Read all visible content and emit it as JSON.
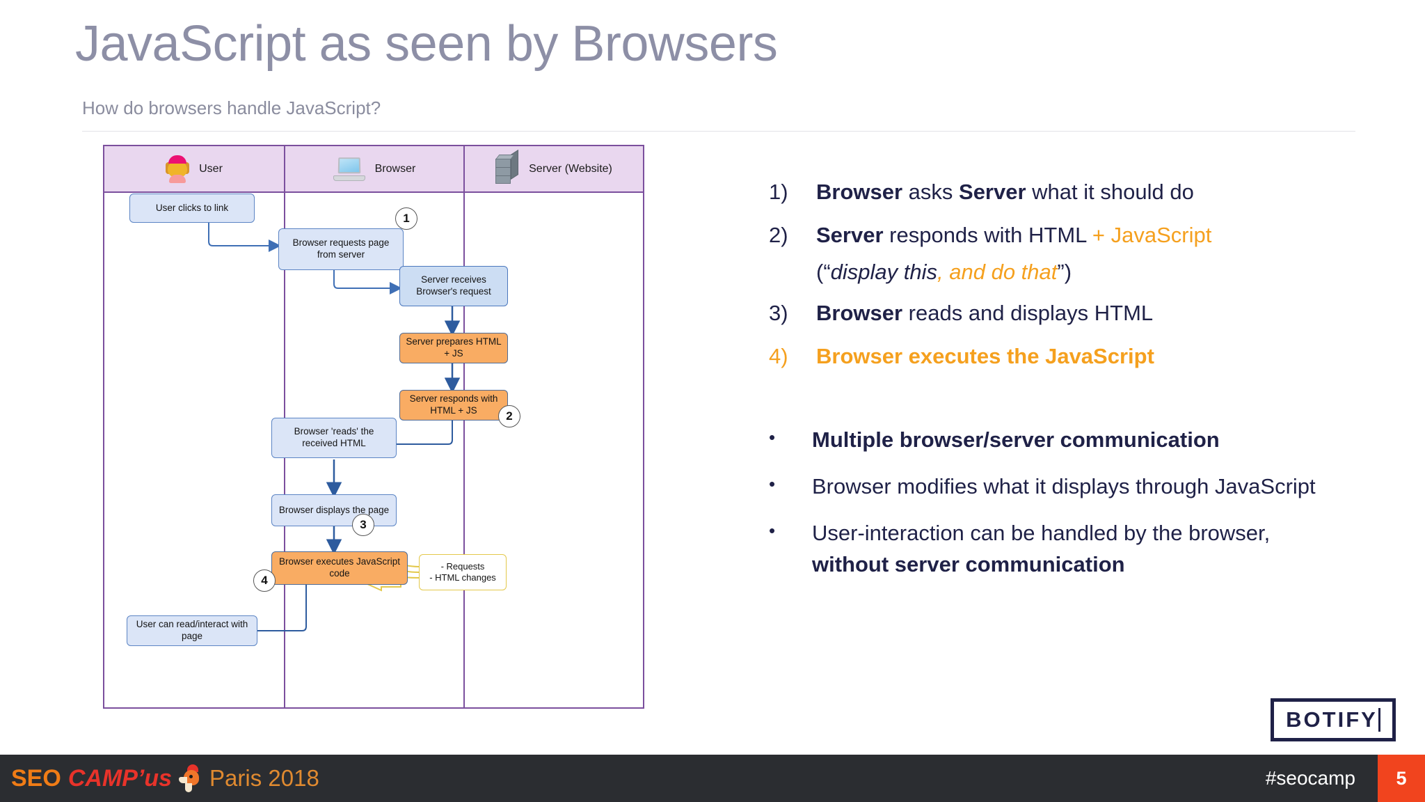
{
  "slide": {
    "title": "JavaScript as seen by Browsers",
    "subtitle": "How do browsers handle JavaScript?"
  },
  "diagram": {
    "columns": [
      {
        "label": "User",
        "icon": "user-avatar-icon"
      },
      {
        "label": "Browser",
        "icon": "laptop-icon"
      },
      {
        "label": "Server (Website)",
        "icon": "server-rack-icon"
      }
    ],
    "nodes": [
      {
        "id": "user-clicks",
        "text": "User clicks to link",
        "style": "blue"
      },
      {
        "id": "browser-requests",
        "text": "Browser requests page from server",
        "style": "blue"
      },
      {
        "id": "server-receives",
        "text": "Server receives Browser's request",
        "style": "blue2"
      },
      {
        "id": "server-prepares",
        "text": "Server prepares HTML + JS",
        "style": "orange"
      },
      {
        "id": "server-responds",
        "text": "Server responds with HTML + JS",
        "style": "orange"
      },
      {
        "id": "browser-reads",
        "text": "Browser 'reads' the received HTML",
        "style": "blue"
      },
      {
        "id": "browser-displays",
        "text": "Browser displays the page",
        "style": "blue"
      },
      {
        "id": "browser-executes",
        "text": "Browser executes JavaScript code",
        "style": "orange"
      },
      {
        "id": "callout",
        "text": "- Requests\n- HTML changes",
        "style": "yellow"
      },
      {
        "id": "user-interacts",
        "text": "User can read/interact with page",
        "style": "blue"
      }
    ],
    "badges": [
      "1",
      "2",
      "3",
      "4"
    ],
    "callout_lines": [
      "- Requests",
      "- HTML changes"
    ]
  },
  "steps": [
    {
      "num": "1)",
      "parts": [
        {
          "t": "Browser",
          "s": "b"
        },
        {
          "t": " asks "
        },
        {
          "t": "Server",
          "s": "b"
        },
        {
          "t": " what it should do"
        }
      ]
    },
    {
      "num": "2)",
      "parts": [
        {
          "t": "Server",
          "s": "b"
        },
        {
          "t": " responds with HTML "
        },
        {
          "t": "+ JavaScript",
          "s": "o"
        }
      ]
    },
    {
      "num": "3)",
      "parts": [
        {
          "t": "Browser",
          "s": "b"
        },
        {
          "t": " reads and displays HTML"
        }
      ]
    },
    {
      "num": "4)",
      "parts": [
        {
          "t": "Browser executes the JavaScript",
          "s": "ob"
        }
      ],
      "num_style": "o"
    }
  ],
  "step2_subline": {
    "open": "(“",
    "italic_dark": "display this",
    "italic_orange": ", and do that",
    "close": "”)"
  },
  "bullets": [
    {
      "bullet": "•",
      "parts": [
        {
          "t": "Multiple browser/server communication",
          "s": "b"
        }
      ]
    },
    {
      "bullet": "•",
      "parts": [
        {
          "t": "Browser modifies what it displays through JavaScript"
        }
      ]
    },
    {
      "bullet": "•",
      "parts": [
        {
          "t": "User-interaction can be handled by the browser, "
        },
        {
          "t": "without server communication",
          "s": "b"
        }
      ]
    }
  ],
  "logo": {
    "text": "BOTIFY"
  },
  "footer": {
    "seo": "SEO",
    "campus": "CAMP’us",
    "city_year": "Paris 2018",
    "hashtag": "#seocamp",
    "page": "5"
  },
  "colors": {
    "title_gray": "#8d8fa6",
    "navy": "#1f2147",
    "orange": "#f5a01e",
    "lane_purple": "#7b4f9d",
    "header_lilac": "#e9d7ef",
    "box_blue": "#dbe5f7",
    "box_orange": "#f9ac63",
    "callout_yellow": "#e3c84a",
    "footer_dark": "#2b2d31",
    "page_red": "#f1441e"
  }
}
